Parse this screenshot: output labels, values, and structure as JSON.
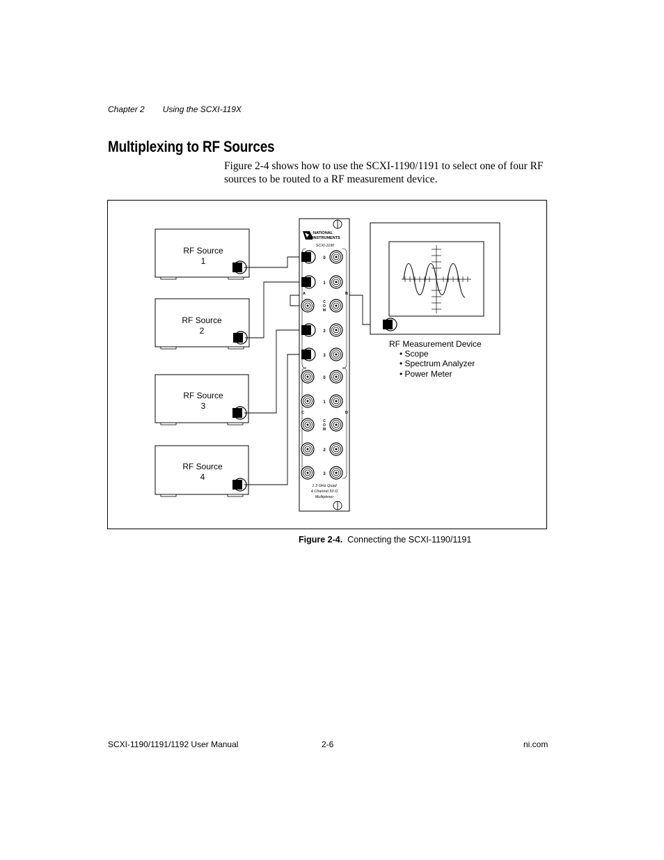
{
  "header": {
    "chapter": "Chapter 2",
    "section": "Using the SCXI-119X"
  },
  "title": "Multiplexing to RF Sources",
  "body": "Figure 2-4 shows how to use the SCXI-1190/1191 to select one of four RF sources to be routed to a RF measurement device.",
  "figure": {
    "sources": [
      {
        "line1": "RF Source",
        "line2": "1"
      },
      {
        "line1": "RF Source",
        "line2": "2"
      },
      {
        "line1": "RF Source",
        "line2": "3"
      },
      {
        "line1": "RF Source",
        "line2": "4"
      }
    ],
    "module": {
      "logo_line1": "NATIONAL",
      "logo_line2": "INSTRUMENTS",
      "model": "SCXI-1190",
      "bank_top_a": "A",
      "bank_top_b": "B",
      "bank_bot_c": "C",
      "bank_bot_d": "D",
      "com_letters": [
        "C",
        "O",
        "M"
      ],
      "channels_top": [
        "0",
        "1",
        "COM",
        "2",
        "3"
      ],
      "channels_bottom": [
        "0",
        "1",
        "COM",
        "2",
        "3"
      ],
      "desc_line1": "1.3 GHz Quad",
      "desc_line2": "4 Channel 50 Ω",
      "desc_line3": "Multiplexer"
    },
    "device": {
      "title": "RF Measurement Device",
      "items": [
        "• Scope",
        "• Spectrum Analyzer",
        "• Power Meter"
      ]
    }
  },
  "caption": {
    "label": "Figure 2-4.",
    "text": "Connecting the SCXI-1190/1191"
  },
  "footer": {
    "left": "SCXI-1190/1191/1192 User Manual",
    "center": "2-6",
    "right": "ni.com"
  }
}
